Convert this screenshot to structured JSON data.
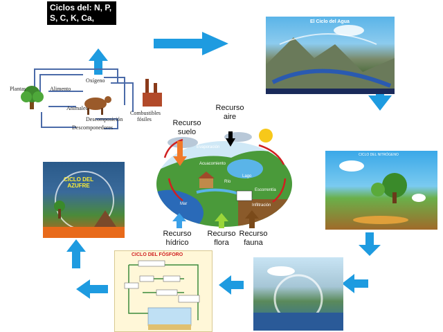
{
  "title_box": {
    "line1": "Ciclos del: N, P,",
    "line2": "S, C, K, Ca,"
  },
  "center": {
    "recurso_suelo": {
      "line1": "Recurso",
      "line2": "suelo"
    },
    "recurso_aire": {
      "line1": "Recurso",
      "line2": "aire"
    },
    "recurso_hidrico": {
      "line1": "Recurso",
      "line2": "hídrico"
    },
    "recurso_flora": {
      "line1": "Recurso",
      "line2": "flora"
    },
    "recurso_fauna": {
      "line1": "Recurso",
      "line2": "fauna"
    },
    "inner": {
      "evaporacion": "Evaporación",
      "acuacomiento": "Acuacomiento",
      "lago": "Lago",
      "rio": "Río",
      "escorrentia": "Escorrentía",
      "infiltracion": "Infiltración",
      "mar": "Mar"
    },
    "colors": {
      "suelo": "#f07a2a",
      "aire": "#000000",
      "hidrico": "#3aa0e8",
      "flora": "#9ad63a",
      "fauna": "#7a4a1a"
    }
  },
  "carbon_cycle": {
    "oxigeno": "Oxígeno",
    "plantas": "Plantas",
    "alimento": "Alimento",
    "animales": "Animales",
    "descomposicion": "Descomposición",
    "combustibles": {
      "line1": "Combustibles",
      "line2": "fósiles"
    },
    "descomponedores": "Descomponedores"
  },
  "water_cycle": {
    "title": "El Ciclo del Agua"
  },
  "nitrogen_cycle": {
    "title": "CICLO DEL NITRÓGENO"
  },
  "sulfur_cycle": {
    "title_line1": "CICLO DEL",
    "title_line2": "AZUFRE"
  },
  "phosphorus_cycle": {
    "title": "CICLO DEL FÓSFORO"
  },
  "arrow_color": "#1e9be0"
}
